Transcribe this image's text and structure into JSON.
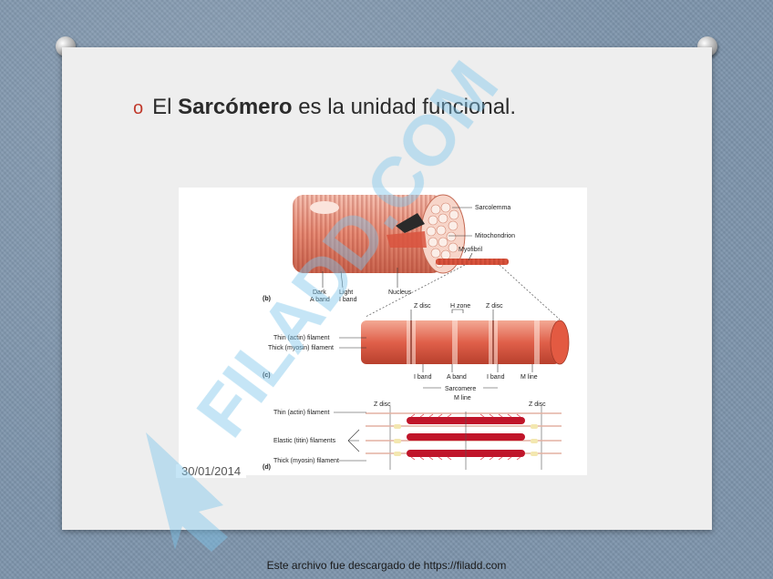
{
  "slide": {
    "bullet_prefix": "El ",
    "bullet_bold": "Sarcómero",
    "bullet_suffix": " es la unidad funcional.",
    "date": "30/01/2014"
  },
  "figure": {
    "labels": {
      "sarcolemma": "Sarcolemma",
      "mitochondrion": "Mitochondrion",
      "myofibril": "Myofibril",
      "dark_a_band": "Dark",
      "dark_a_band_2": "A band",
      "light_i_band": "Light",
      "light_i_band_2": "I band",
      "nucleus": "Nucleus",
      "panel_b": "(b)",
      "panel_c": "(c)",
      "panel_d": "(d)",
      "z_disc_1": "Z disc",
      "h_zone": "H zone",
      "z_disc_2": "Z disc",
      "thin_filament_c": "Thin (actin) filament",
      "thick_filament_c": "Thick (myosin) filament",
      "i_band_1": "I band",
      "a_band": "A band",
      "i_band_2": "I band",
      "m_line_c": "M line",
      "sarcomere": "Sarcomere",
      "z_disc_d1": "Z disc",
      "m_line_d": "M line",
      "z_disc_d2": "Z disc",
      "thin_filament_d": "Thin (actin) filament",
      "elastic_filaments": "Elastic (titin) filaments",
      "thick_filament_d": "Thick (myosin) filament"
    }
  },
  "watermark": {
    "text": "FILADD.COM"
  },
  "footer": {
    "text": "Este archivo fue descargado de https://filadd.com"
  },
  "colors": {
    "background": "#7e95ac",
    "slide": "#eeeeee",
    "bullet": "#c0392b",
    "muscle": "#e8907a",
    "myosin": "#c0152a",
    "watermark": "#7ec6ea"
  }
}
